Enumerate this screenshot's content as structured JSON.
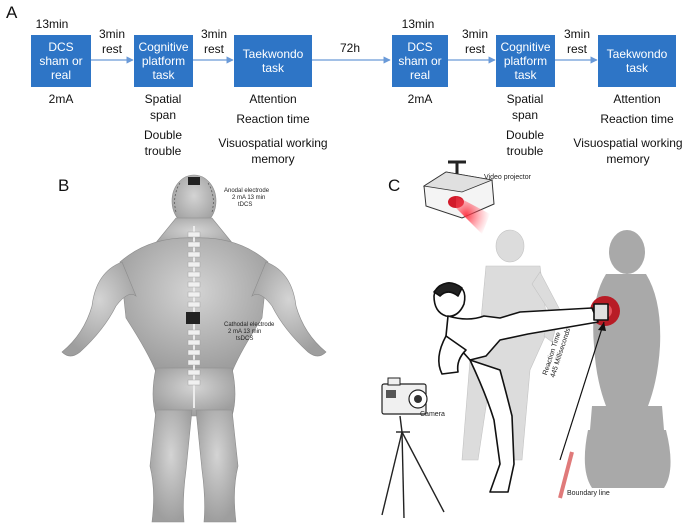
{
  "panels": {
    "a": "A",
    "b": "B",
    "c": "C"
  },
  "timeline": {
    "durations_left": [
      "13min",
      "3min rest",
      "3min rest"
    ],
    "durations_right": [
      "13min",
      "3min rest",
      "3min rest"
    ],
    "gap_label": "72h",
    "boxes_left": [
      "DCS sham or real",
      "Cognitive platform task",
      "Taekwondo task"
    ],
    "boxes_right": [
      "DCS sham or real",
      "Cognitive platform task",
      "Taekwondo task"
    ],
    "below_left": {
      "dcs": "2mA",
      "cognitive": [
        "Spatial span",
        "Double trouble"
      ],
      "taekwondo": [
        "Attention",
        "Reaction time",
        "Visuospatial working memory"
      ]
    },
    "below_right": {
      "dcs": "2mA",
      "cognitive": [
        "Spatial span",
        "Double trouble"
      ],
      "taekwondo": [
        "Attention",
        "Reaction time",
        "Visuospatial working memory"
      ]
    }
  },
  "panel_b": {
    "anodal": [
      "Anodal electrode",
      "2 mA 13 min",
      "tDCS"
    ],
    "cathodal": [
      "Cathodal electrode",
      "2 mA 13 min",
      "tsDCS"
    ]
  },
  "panel_c": {
    "projector": "Video projector",
    "camera": "Camera",
    "reaction": [
      "Reaction Time",
      "445 Milliseconds"
    ],
    "boundary": "Boundary line"
  },
  "colors": {
    "box": "#2e75c6",
    "arrow": "#6a9ad8",
    "target": "#c0202a",
    "boundary": "#e07a7a",
    "figure": "#b5b5b5"
  }
}
